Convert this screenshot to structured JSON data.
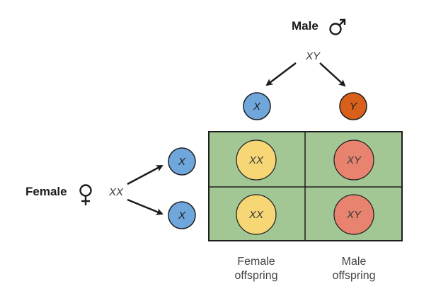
{
  "colors": {
    "grid_fill": "#a2c795",
    "grid_border": "#1e1e1e",
    "x_gamete": "#6fa7dc",
    "y_gamete": "#d9601a",
    "xx_offspring": "#f7d675",
    "xy_offspring": "#e7836f",
    "arrow": "#1a1a1a"
  },
  "male": {
    "label": "Male",
    "symbol_icon": "male-symbol-icon",
    "genotype": "XY",
    "gametes": [
      "X",
      "Y"
    ]
  },
  "female": {
    "label": "Female",
    "symbol_icon": "female-symbol-icon",
    "genotype": "XX",
    "gametes": [
      "X",
      "X"
    ]
  },
  "grid": {
    "cells": [
      [
        "XX",
        "XY"
      ],
      [
        "XX",
        "XY"
      ]
    ]
  },
  "captions": {
    "female_line1": "Female",
    "female_line2": "offspring",
    "male_line1": "Male",
    "male_line2": "offspring"
  }
}
